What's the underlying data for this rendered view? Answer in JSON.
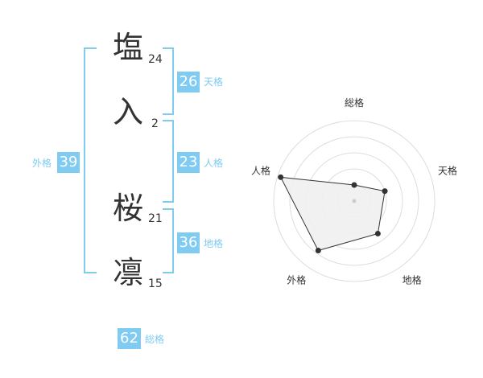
{
  "name": [
    {
      "char": "塩",
      "strokes": "24"
    },
    {
      "char": "入",
      "strokes": "2"
    },
    {
      "char": "桜",
      "strokes": "21"
    },
    {
      "char": "凛",
      "strokes": "15"
    }
  ],
  "kakusu": {
    "tenkaku": {
      "value": "26",
      "label": "天格"
    },
    "jinkaku": {
      "value": "23",
      "label": "人格"
    },
    "chikaku": {
      "value": "36",
      "label": "地格"
    },
    "gaikaku": {
      "value": "39",
      "label": "外格"
    },
    "soukaku": {
      "value": "62",
      "label": "総格"
    }
  },
  "colors": {
    "accent": "#7fcbf2",
    "bracket": "#80cbf0",
    "text": "#333333"
  },
  "chart_data": {
    "type": "radar",
    "axes": [
      "総格",
      "天格",
      "地格",
      "外格",
      "人格"
    ],
    "values": [
      1,
      2,
      2.5,
      3.8,
      4.8
    ],
    "range": [
      0,
      5
    ],
    "rings": 5
  }
}
